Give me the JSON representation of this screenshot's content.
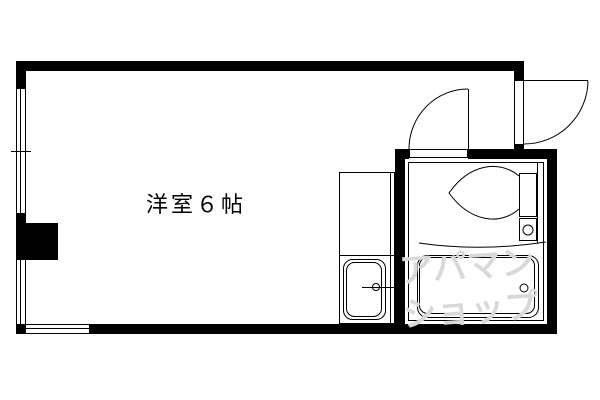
{
  "floor_plan": {
    "rooms": [
      {
        "id": "western-room",
        "label": "洋室６帖",
        "type": "Western-style room",
        "size_jo": 6
      }
    ],
    "fixtures": [
      "kitchen-counter",
      "kitchen-sink",
      "toilet",
      "wash-basin",
      "bathtub",
      "entrance-door",
      "bathroom-door",
      "window-left",
      "window-bottom",
      "pillar"
    ],
    "colors": {
      "wall": "#000000",
      "background": "#ffffff",
      "watermark": "#d9d9d9"
    }
  },
  "watermark": {
    "line1": "アパマン",
    "line2": "ショップ"
  }
}
